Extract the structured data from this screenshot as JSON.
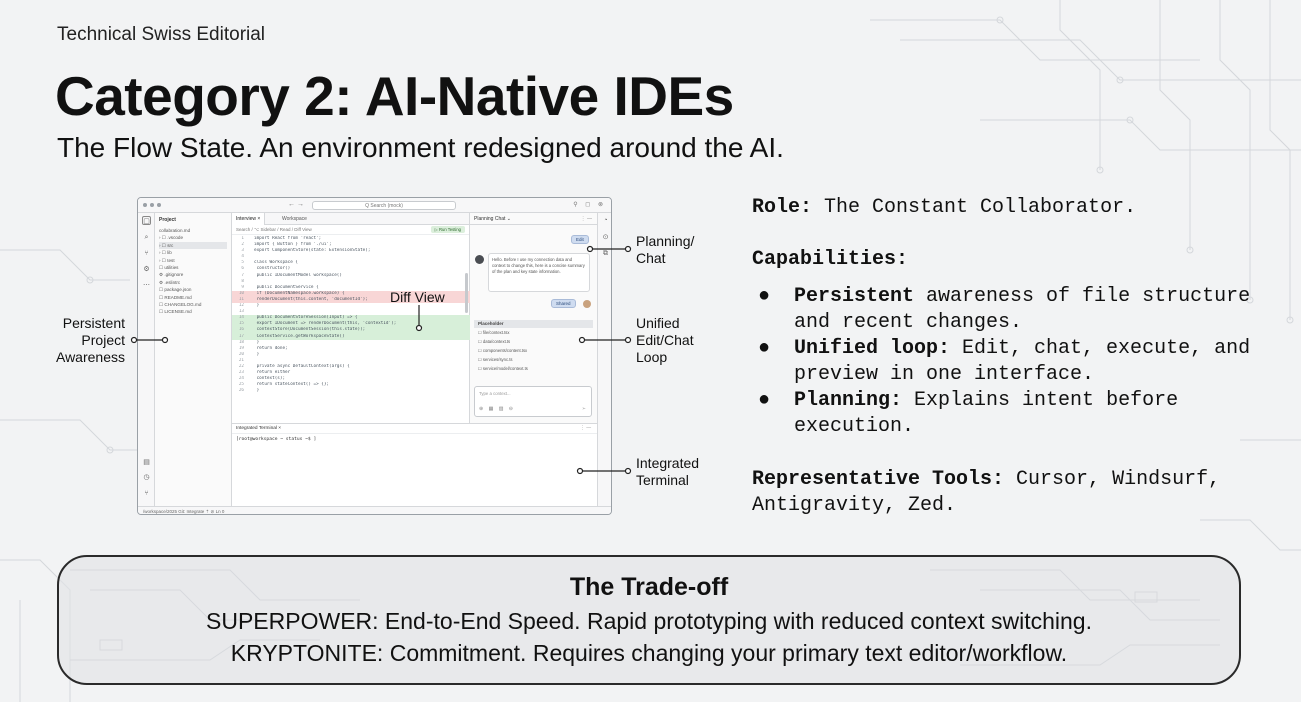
{
  "header": {
    "kicker": "Technical Swiss Editorial",
    "title": "Category 2: AI-Native IDEs",
    "subtitle": "The Flow State. An environment redesigned around the AI."
  },
  "ide": {
    "search_placeholder": "Q  Search (mock)",
    "explorer_title": "Project",
    "tree": [
      "collabration.md",
      "› ☐ .vscode",
      "› ☐ src",
      "› ☐ lib",
      "› ☐ test",
      "   ☐ utilities",
      "   ⚙ .gitignore",
      "   ⚙ .eslintrc",
      "   ☐ package.json",
      "   ☐ README.md",
      "   ☐ CHANGELOG.md",
      "   ☐ LICENSE.md"
    ],
    "tabs": [
      "Interview ×",
      "Workspace"
    ],
    "breadcrumb": "Search / ⌥ Sidebar / Read / Diff View",
    "run_label": "▷ Run Testing",
    "code_lines": [
      {
        "n": "1",
        "t": "import  React  from  'react';",
        "k": ""
      },
      {
        "n": "2",
        "t": "import  { Button }  from  './ui';",
        "k": ""
      },
      {
        "n": "3",
        "t": "export  ComponentStore(state: ExtensionState);",
        "k": ""
      },
      {
        "n": "4",
        "t": "",
        "k": ""
      },
      {
        "n": "5",
        "t": "class  Workspace  {",
        "k": ""
      },
      {
        "n": "6",
        "t": "   constructor()",
        "k": ""
      },
      {
        "n": "7",
        "t": "      public  IDocumentModel  workspace()",
        "k": ""
      },
      {
        "n": "8",
        "t": "",
        "k": ""
      },
      {
        "n": "9",
        "t": "   public  DocumentService  {",
        "k": ""
      },
      {
        "n": "10",
        "t": "      if  (DocumentNamespace.workspace)  {",
        "k": "del"
      },
      {
        "n": "11",
        "t": "         renderDocument(this.content, 'documentId');",
        "k": "del"
      },
      {
        "n": "12",
        "t": "   }",
        "k": ""
      },
      {
        "n": "13",
        "t": "",
        "k": ""
      },
      {
        "n": "14",
        "t": "   public  DocumentStoreSession(Input)  =>  {",
        "k": "add"
      },
      {
        "n": "15",
        "t": "      export  IDocument  =>  renderDocument(this, 'contextId');",
        "k": "add"
      },
      {
        "n": "16",
        "t": "      contextStore(DocumentSession(this.state));",
        "k": "add"
      },
      {
        "n": "17",
        "t": "      ContextService.getWorkspaceState()",
        "k": "add"
      },
      {
        "n": "18",
        "t": "   }",
        "k": ""
      },
      {
        "n": "19",
        "t": "      return  done;",
        "k": ""
      },
      {
        "n": "20",
        "t": "   }",
        "k": ""
      },
      {
        "n": "21",
        "t": "",
        "k": ""
      },
      {
        "n": "22",
        "t": "   private  async  DefaultContext(args)  {",
        "k": ""
      },
      {
        "n": "23",
        "t": "      return  either",
        "k": ""
      },
      {
        "n": "24",
        "t": "      context(s);",
        "k": ""
      },
      {
        "n": "25",
        "t": "      return  stateContext()  =>  {};",
        "k": ""
      },
      {
        "n": "26",
        "t": "   }",
        "k": ""
      }
    ],
    "chat_title": "Planning Chat  ⌄",
    "chat_ctrls": "⋮   —",
    "user_msg_1": "Edit",
    "ai_msg": "Hello. Before I use my connection data and context to change this, here is a concise summary of the plan and key state information.",
    "user_msg_2": "Shared",
    "context_title": "Placeholder",
    "context_files": [
      "☐ file/context.tsx",
      "☐ data/context.ts",
      "☐ components/content.tsx",
      "☐ services/sync.ts",
      "☐ service/model/context.ts"
    ],
    "chat_placeholder": "Type a context...",
    "chat_tools": "⊕ ▦ ▨ ⊖",
    "send_icon": "➢",
    "terminal_title": "Integrated Terminal  ×",
    "terminal_ctrls": "⋮   —",
    "terminal_line": "[root@workspace ~ status ~$ ]",
    "statusbar": "/workspace/2025   Git: Integrate ⇡   ⊘ Ln 0"
  },
  "callouts": {
    "planning": [
      "Planning/",
      "Chat"
    ],
    "diff_view": "Diff View",
    "persistent": [
      "Persistent",
      "Project",
      "Awareness"
    ],
    "unified": [
      "Unified",
      "Edit/Chat",
      "Loop"
    ],
    "terminal": [
      "Integrated",
      "Terminal"
    ]
  },
  "role": {
    "label": "Role:",
    "value": " The Constant Collaborator."
  },
  "capabilities": {
    "label": "Capabilities:",
    "bullet_char": "●",
    "items": [
      {
        "bold": "Persistent",
        "rest": " awareness of file structure",
        "cont": "and recent changes."
      },
      {
        "bold": "Unified loop:",
        "rest": " Edit, chat, execute, and",
        "cont": "preview in one interface."
      },
      {
        "bold": "Planning:",
        "rest": " Explains intent before",
        "cont": "execution."
      }
    ]
  },
  "tools": {
    "label": "Representative Tools:",
    "line1": " Cursor, Windsurf,",
    "line2": "Antigravity, Zed."
  },
  "tradeoff": {
    "title": "The Trade-off",
    "superpower": "SUPERPOWER: End-to-End Speed. Rapid prototyping with reduced context switching.",
    "kryptonite": "KRYPTONITE: Commitment. Requires changing your primary text editor/workflow."
  },
  "icons": {
    "activity": [
      "files-icon",
      "search-icon",
      "git-icon",
      "extensions-icon",
      "more-icon"
    ],
    "colors": {
      "diff_removed": "#f8d6d6",
      "diff_added": "#d7efd9",
      "run_button": "#dcefdc",
      "user_bubble": "#cfdcf0"
    }
  }
}
